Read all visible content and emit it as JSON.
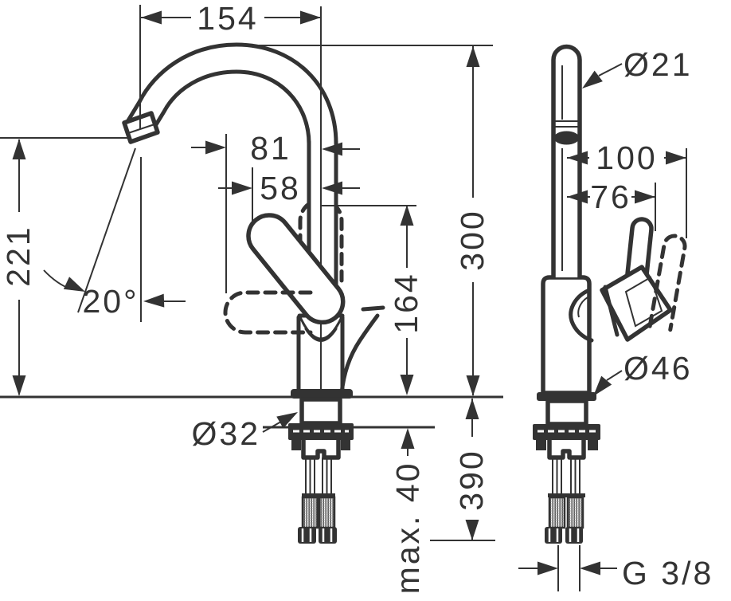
{
  "drawing": {
    "type": "technical-dimension-drawing",
    "subject": "single-lever basin mixer faucet, front and side elevations",
    "background": "#ffffff",
    "line_color": "#333333",
    "dims": {
      "spout_reach": "154",
      "spout_diameter": "Ø21",
      "handle_reach_swivelled": "81",
      "handle_reach": "58",
      "outlet_height": "221",
      "swivel_angle": "20°",
      "depth_handle_open": "100",
      "depth_handle": "76",
      "total_height": "300",
      "handle_top_height": "164",
      "base_diameter": "Ø46",
      "shank_diameter": "Ø32",
      "max_counter_thickness": "max. 40",
      "hose_length": "390",
      "connection_thread": "G 3/8"
    }
  }
}
